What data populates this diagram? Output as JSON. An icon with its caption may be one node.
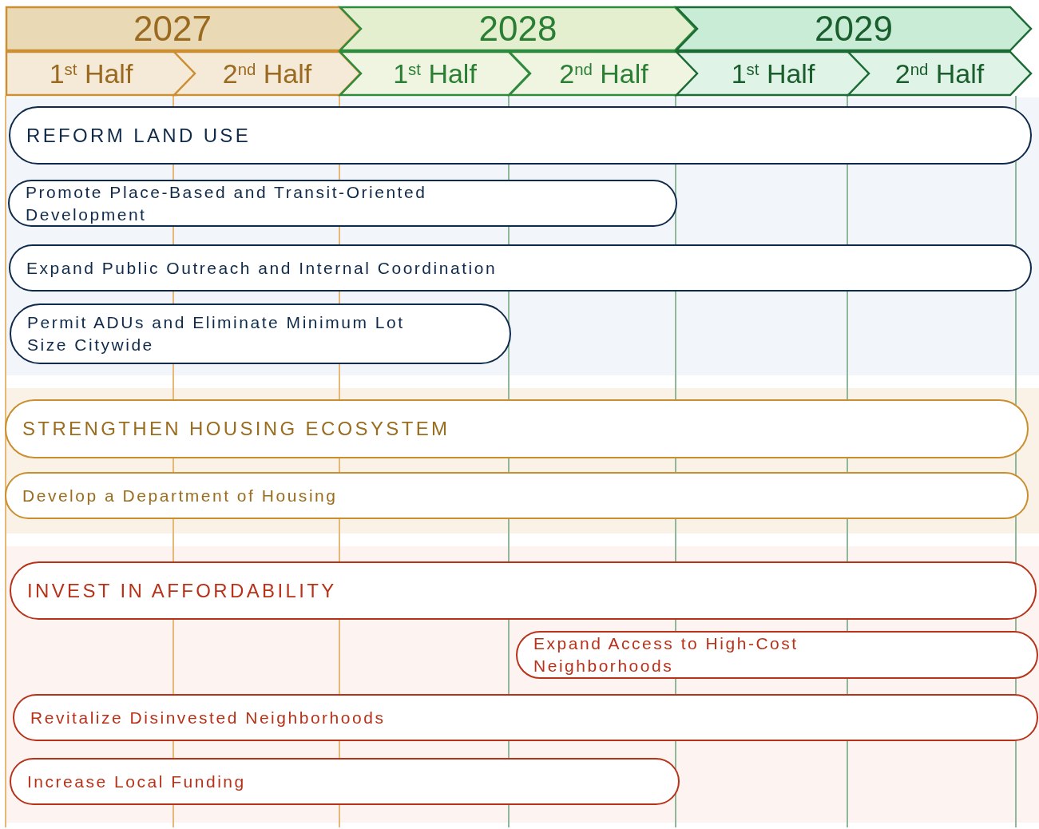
{
  "diagram": {
    "nodes": [
      {
        "text": [
          "2027"
        ]
      },
      {
        "text": [
          "2028"
        ]
      },
      {
        "text": [
          "2029"
        ]
      },
      {
        "text": [
          "1$^{st}$ Half"
        ]
      },
      {
        "text": [
          "2$^{nd}$ Half"
        ]
      },
      {
        "text": [
          "1$^{st}$ Half"
        ]
      },
      {
        "text": [
          "2$^{nd}$ Half"
        ]
      },
      {
        "text": [
          "1$^{st}$ Half"
        ]
      },
      {
        "text": [
          "2$^{nd}$ Half"
        ]
      },
      {
        "text": [
          "REFORM LAND USE"
        ]
      },
      {
        "text": [
          "Promote Place-Based and Transit-Oriented Development"
        ]
      },
      {
        "text": [
          "Expand Public Outreach and Internal Coordination"
        ]
      },
      {
        "text": [
          "Permit ADUs and Eliminate Minimum Lot Size Citywide"
        ]
      },
      {
        "text": [
          "STRENGTHEN HOUSING ECOSYSTEM"
        ]
      },
      {
        "text": [
          "Develop a Department of Housing"
        ]
      },
      {
        "text": [
          "INVEST IN AFFORDABILITY"
        ]
      },
      {
        "text": [
          "Expand Access to High-Cost Neighborhoods"
        ]
      },
      {
        "text": [
          "Revitalize Disinvested Neighborhoods"
        ]
      },
      {
        "text": [
          "Increase Local Funding"
        ]
      }
    ]
  }
}
